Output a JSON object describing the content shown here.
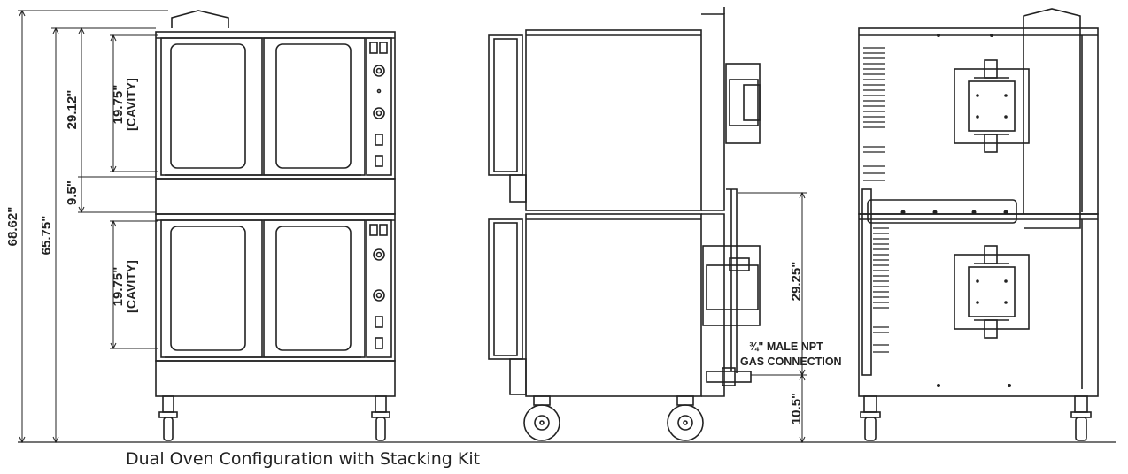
{
  "caption": "Dual Oven Configuration with Stacking Kit",
  "dimensions": {
    "overall_height": "68.62\"",
    "body_height": "65.75\"",
    "upper_oven_height": "29.12\"",
    "upper_cavity_value": "19.75\"",
    "upper_cavity_label": "[CAVITY]",
    "gap_height": "9.5\"",
    "lower_cavity_value": "19.75\"",
    "lower_cavity_label": "[CAVITY]",
    "gas_height": "29.25\"",
    "leg_height": "10.5\""
  },
  "gas_connection": {
    "line1": "¾\" MALE NPT",
    "line2": "GAS CONNECTION"
  },
  "colors": {
    "line": "#222222",
    "fill": "#ffffff",
    "accent": "#000000"
  }
}
